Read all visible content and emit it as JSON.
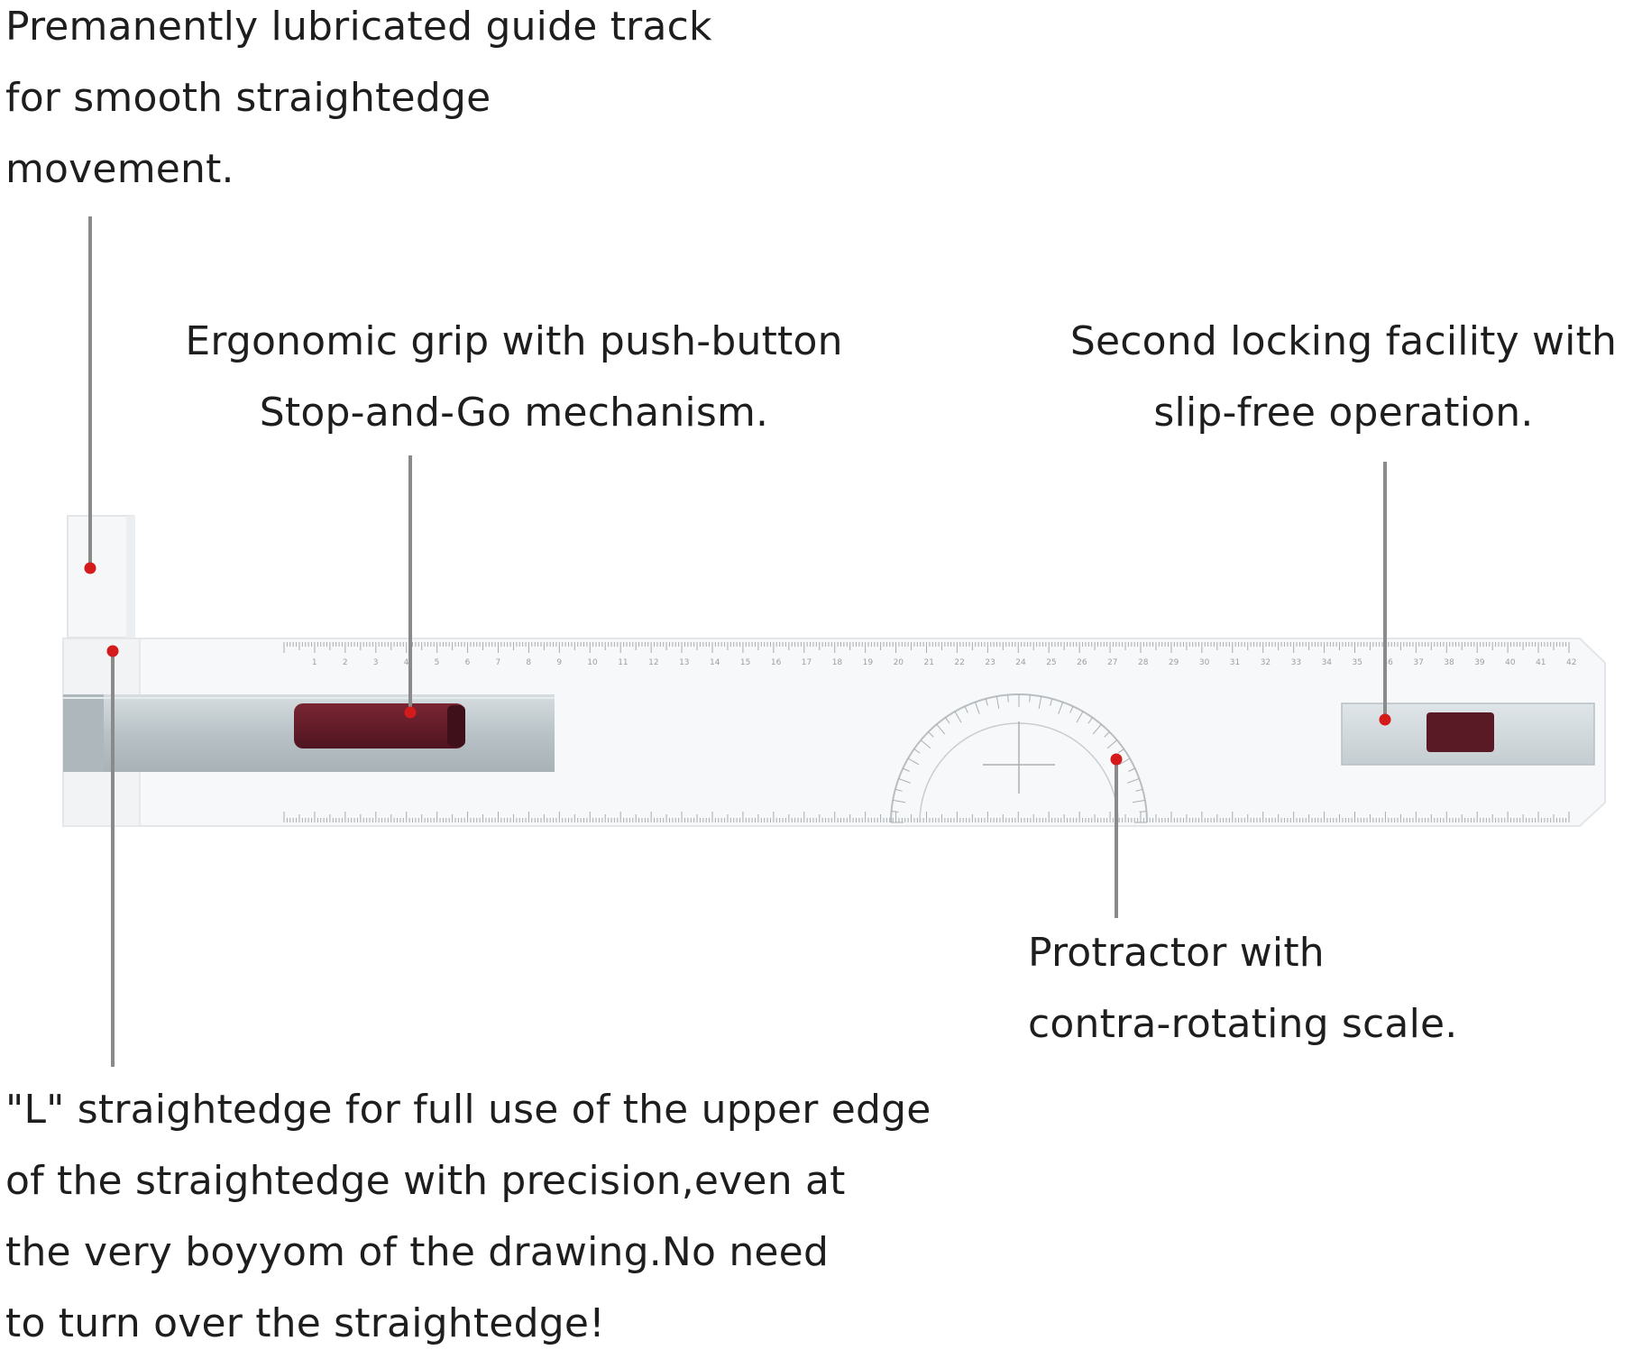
{
  "callouts": {
    "guide_track": {
      "lines": [
        "Premanently lubricated guide track",
        "for smooth straightedge",
        "movement."
      ]
    },
    "grip": {
      "lines": [
        "Ergonomic grip with push-button",
        "Stop-and-Go mechanism."
      ]
    },
    "locking": {
      "lines": [
        "Second locking facility with",
        "slip-free operation."
      ]
    },
    "protractor": {
      "lines": [
        "Protractor with",
        "contra-rotating scale."
      ]
    },
    "l_straightedge": {
      "lines": [
        "\"L\" straightedge for full use of the upper edge",
        "of the straightedge with precision,even at",
        "the very boyyom of the drawing.No need",
        "to turn over the straightedge!"
      ]
    }
  },
  "scale": {
    "top_numbers": [
      "1",
      "2",
      "3",
      "4",
      "5",
      "6",
      "7",
      "8",
      "9",
      "10",
      "11",
      "12",
      "13",
      "14",
      "15",
      "16",
      "17",
      "18",
      "19",
      "20",
      "21",
      "22",
      "23",
      "24",
      "25",
      "26",
      "27",
      "28",
      "29",
      "30",
      "31",
      "32",
      "33",
      "34",
      "35",
      "36",
      "37",
      "38",
      "39",
      "40",
      "41",
      "42"
    ]
  },
  "colors": {
    "leader": "#8a8a8a",
    "marker": "#d41a1a",
    "grip": "#6b1f2a",
    "rail": "#c5ced1",
    "text": "#1e1e1e"
  }
}
